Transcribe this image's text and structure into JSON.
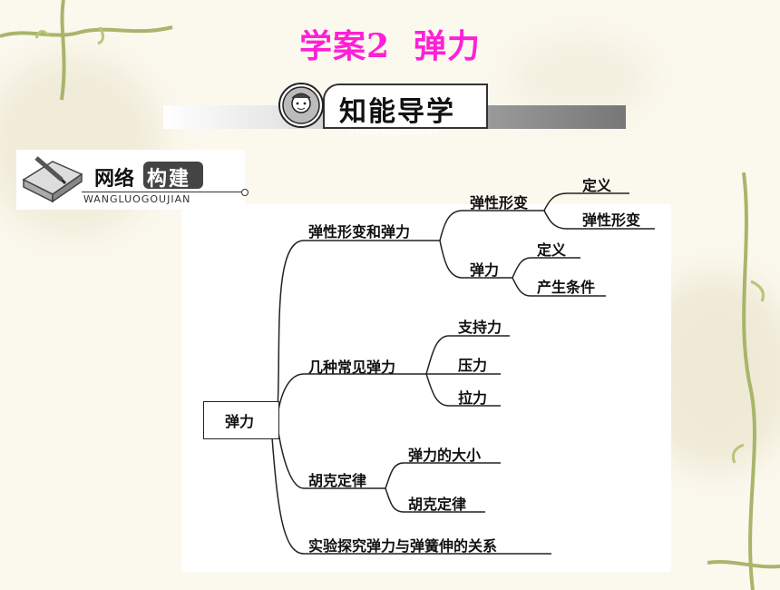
{
  "title": {
    "prefix": "学案",
    "number": "2",
    "topic": "弹力"
  },
  "banner": {
    "text": "知能导学",
    "subtitle": "ZHINENGDAOXUE"
  },
  "section": {
    "text_a": "网络",
    "text_b": "构建",
    "subtitle": "WANGLUOGOUJIAN"
  },
  "mindmap": {
    "root": "弹力",
    "branch1": {
      "label": "弹性形变和弹力",
      "child1": {
        "label": "弹性形变",
        "leaf1": "定义",
        "leaf2": "弹性形变"
      },
      "child2": {
        "label": "弹力",
        "leaf1": "定义",
        "leaf2": "产生条件"
      }
    },
    "branch2": {
      "label": "几种常见弹力",
      "leaf1": "支持力",
      "leaf2": "压力",
      "leaf3": "拉力"
    },
    "branch3": {
      "label": "胡克定律",
      "leaf1": "弹力的大小",
      "leaf2": "胡克定律"
    },
    "branch4": {
      "label": "实验探究弹力与弹簧伸的关系"
    }
  },
  "colors": {
    "title": "#ff1fd6",
    "background": "#fbf8ee",
    "lines": "#222222"
  }
}
